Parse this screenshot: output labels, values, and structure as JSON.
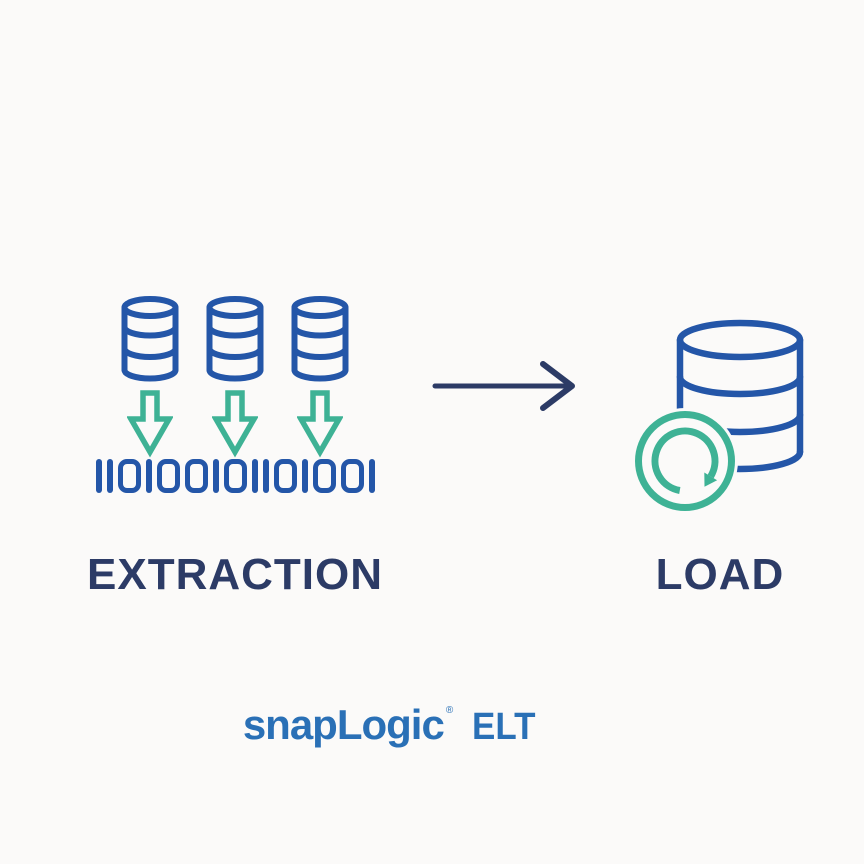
{
  "page": {
    "background": "#fbfaf9"
  },
  "colors": {
    "database_blue": "#2456a8",
    "navy_text": "#2c3b66",
    "green_accent": "#3eb295",
    "logo_blue": "#2a70b6"
  },
  "extraction": {
    "label": "EXTRACTION",
    "binary": "110100101101001",
    "source_count": 3,
    "icons": [
      "database-icon",
      "down-arrow-icon"
    ]
  },
  "flow": {
    "icon": "right-arrow-icon"
  },
  "load": {
    "label": "LOAD",
    "icons": [
      "database-icon",
      "refresh-sync-icon"
    ]
  },
  "footer": {
    "brand": "snapLogic",
    "registered_mark": "®",
    "product": "ELT"
  }
}
